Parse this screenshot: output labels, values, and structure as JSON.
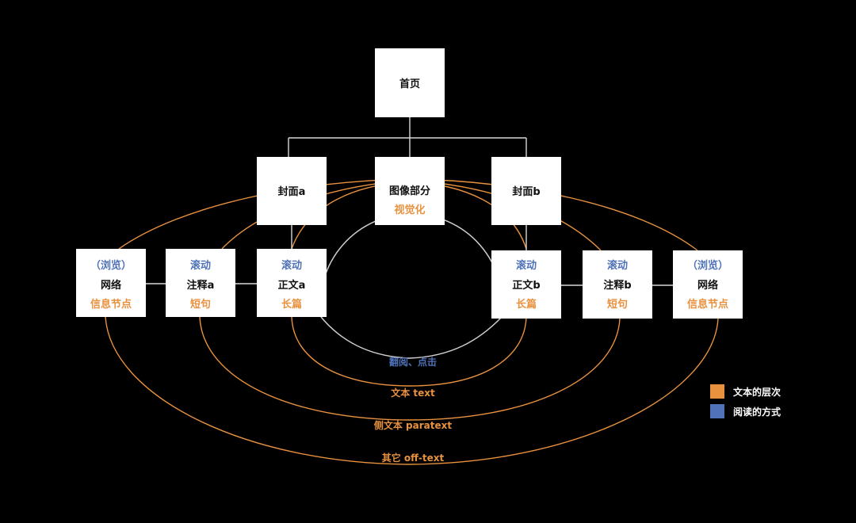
{
  "colors": {
    "background": "#000000",
    "node_fill": "#ffffff",
    "node_text": "#111111",
    "orange": "#e8913f",
    "blue": "#4f72b8",
    "tree_line": "#d8d8d8",
    "reading_circle": "#cfcfcf"
  },
  "nodes": {
    "home": {
      "main": "首页"
    },
    "cover_a": {
      "main": "封面a"
    },
    "image_part": {
      "main": "图像部分",
      "bottom": "视觉化"
    },
    "cover_b": {
      "main": "封面b"
    },
    "network_a": {
      "top": "（浏览）",
      "main": "网络",
      "bottom": "信息节点"
    },
    "note_a": {
      "top": "滚动",
      "main": "注释a",
      "bottom": "短句"
    },
    "body_a": {
      "top": "滚动",
      "main": "正文a",
      "bottom": "长篇"
    },
    "body_b": {
      "top": "滚动",
      "main": "正文b",
      "bottom": "长篇"
    },
    "note_b": {
      "top": "滚动",
      "main": "注释b",
      "bottom": "短句"
    },
    "network_b": {
      "top": "（浏览）",
      "main": "网络",
      "bottom": "信息节点"
    }
  },
  "arc_labels": {
    "flip_click": "翻阅、点击",
    "text": "文本 text",
    "paratext": "侧文本 paratext",
    "offtext": "其它 off-text"
  },
  "legend": {
    "items": [
      {
        "label": "文本的层次",
        "color": "#e8913f"
      },
      {
        "label": "阅读的方式",
        "color": "#4f72b8"
      }
    ]
  }
}
